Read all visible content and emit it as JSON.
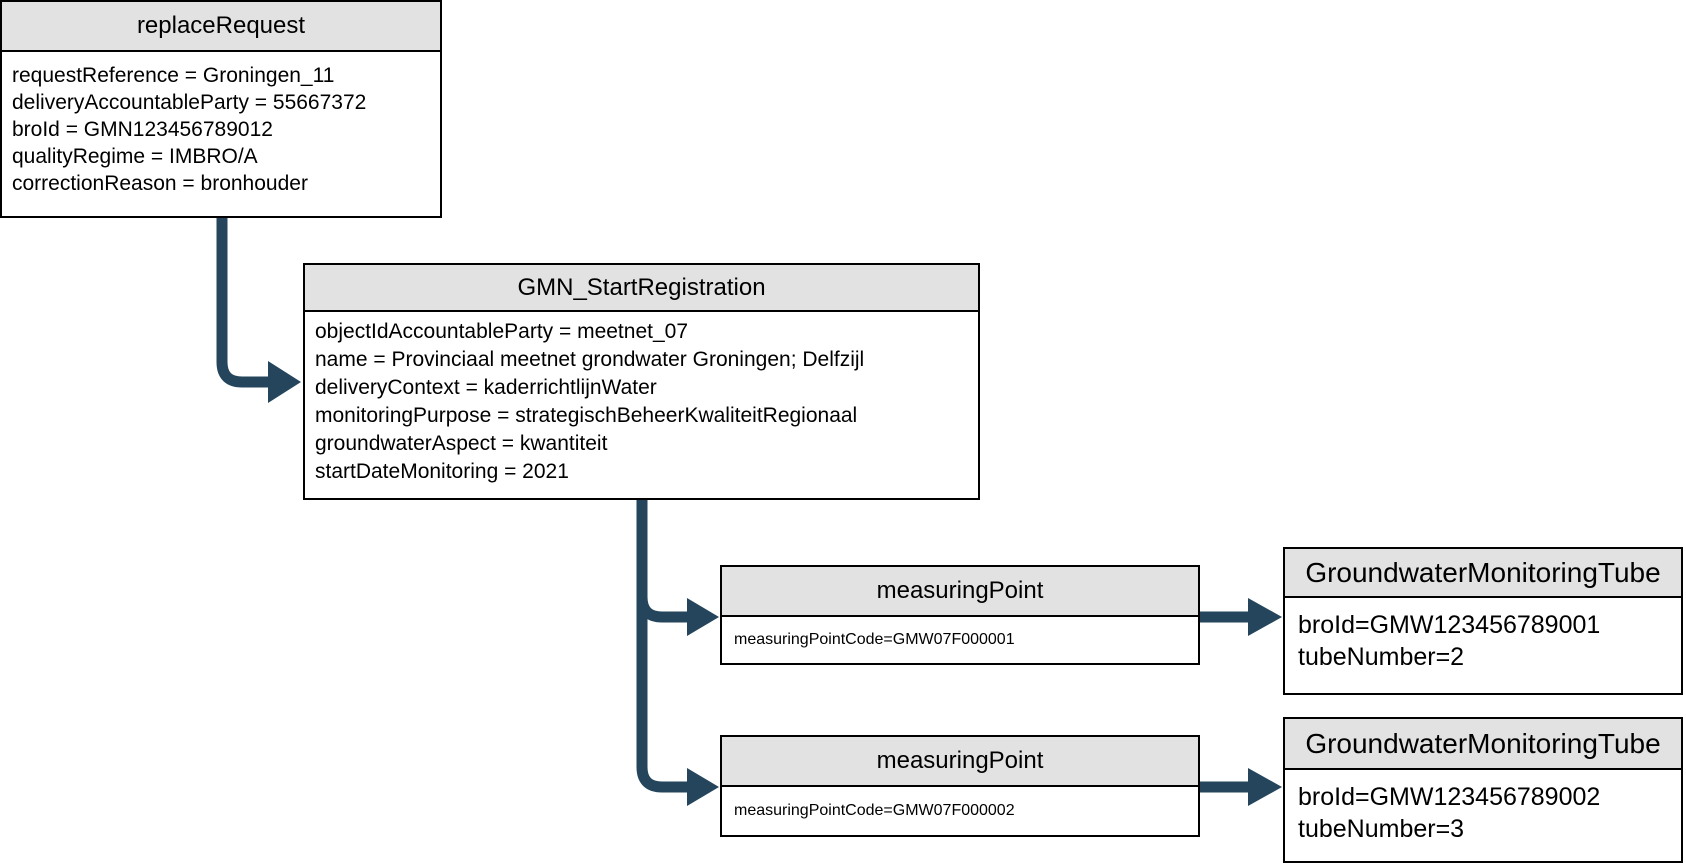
{
  "diagram": {
    "colors": {
      "arrow": "#24455b",
      "header_fill": "#e2e2e2",
      "border": "#000000",
      "background": "#ffffff",
      "text": "#000000"
    },
    "nodes": {
      "replaceRequest": {
        "title": "replaceRequest",
        "lines": [
          "requestReference = Groningen_11",
          "deliveryAccountableParty = 55667372",
          "broId = GMN123456789012",
          "qualityRegime = IMBRO/A",
          "correctionReason = bronhouder"
        ]
      },
      "gmnStartRegistration": {
        "title": "GMN_StartRegistration",
        "lines": [
          "objectIdAccountableParty = meetnet_07",
          "name = Provinciaal meetnet grondwater Groningen; Delfzijl",
          "deliveryContext = kaderrichtlijnWater",
          "monitoringPurpose = strategischBeheerKwaliteitRegionaal",
          "groundwaterAspect = kwantiteit",
          "startDateMonitoring = 2021"
        ]
      },
      "measuringPoint1": {
        "title": "measuringPoint",
        "lines": [
          "measuringPointCode=GMW07F000001"
        ]
      },
      "tube1": {
        "title": "GroundwaterMonitoringTube",
        "lines": [
          "broId=GMW123456789001",
          "tubeNumber=2"
        ]
      },
      "measuringPoint2": {
        "title": "measuringPoint",
        "lines": [
          "measuringPointCode=GMW07F000002"
        ]
      },
      "tube2": {
        "title": "GroundwaterMonitoringTube",
        "lines": [
          "broId=GMW123456789002",
          "tubeNumber=3"
        ]
      }
    },
    "edges": [
      {
        "from": "replaceRequest",
        "to": "GMN_StartRegistration"
      },
      {
        "from": "GMN_StartRegistration",
        "to": "measuringPoint GMW07F000001"
      },
      {
        "from": "GMN_StartRegistration",
        "to": "measuringPoint GMW07F000002"
      },
      {
        "from": "measuringPoint GMW07F000001",
        "to": "GroundwaterMonitoringTube GMW123456789001"
      },
      {
        "from": "measuringPoint GMW07F000002",
        "to": "GroundwaterMonitoringTube GMW123456789002"
      }
    ]
  }
}
